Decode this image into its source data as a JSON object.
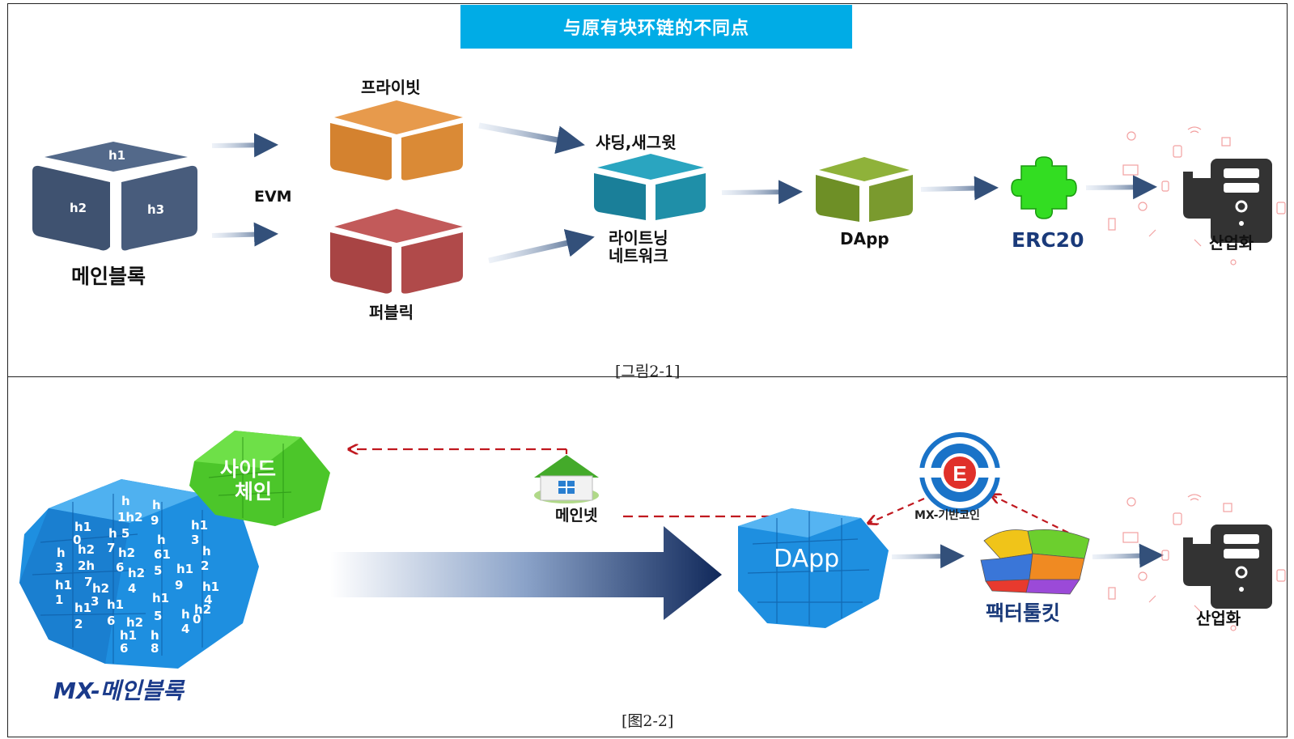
{
  "title": "与原有块环链的不同点",
  "figure1": {
    "main_block": {
      "label": "메인블록",
      "faces": [
        "h1",
        "h2",
        "h3"
      ]
    },
    "evm_label": "EVM",
    "private_label": "프라이빗",
    "public_label": "퍼블릭",
    "sharding_label": "샤딩,새그윗",
    "lightning_label_line1": "라이트닝",
    "lightning_label_line2": "네트워크",
    "dapp_label": "DApp",
    "erc20_label": "ERC20",
    "industry_label": "산업화",
    "caption": "[그림2-1]"
  },
  "figure2": {
    "main_block_label": "MX-메인블록",
    "block_texts": [
      "h",
      "h",
      "h1",
      "h2",
      "9",
      "h1",
      "0",
      "h",
      "5",
      "h",
      "3",
      "h",
      "h2",
      "7",
      "h2",
      "61",
      "h",
      "3",
      "2",
      "h",
      "6",
      "h2",
      "5",
      "h1",
      "2",
      "h1",
      "7",
      "h2",
      "4",
      "9",
      "h1",
      "1",
      "h1",
      "3",
      "h1",
      "h1",
      "4",
      "h2",
      "6",
      "h2",
      "5",
      "h",
      "0",
      "2",
      "h1",
      "h",
      "4",
      "6",
      "8"
    ],
    "sidechain_label_line1": "사이드",
    "sidechain_label_line2": "체인",
    "mainnet_label": "메인넷",
    "dapp_label": "DApp",
    "coin_badge": "E",
    "coin_label": "MX-기반코인",
    "toolkit_label": "팩터툴킷",
    "industry_label": "산업화",
    "caption": "[图2-2]"
  },
  "colors": {
    "banner": "#00ace6",
    "block_dark": "#4a5d78",
    "block_orange": "#d98a3a",
    "block_red": "#b04a4a",
    "block_teal": "#1f8fa8",
    "block_green": "#7a9a2e",
    "puzzle_green": "#33dd22",
    "arrow": "#33507a",
    "blue_cube": "#1e8fe0",
    "dashed_red": "#c0181f",
    "coin_blue": "#1a73c8",
    "coin_red": "#e0302a"
  },
  "icons": [
    "main-block-cube",
    "private-cube",
    "public-cube",
    "sharding-cube",
    "dapp-cube",
    "erc20-puzzle",
    "computer-tower-icon",
    "tech-scatter-icons",
    "mx-block-lattice",
    "sidechain-puzzle",
    "home-icon",
    "dapp-lattice",
    "coin-e-badge",
    "colorful-puzzle",
    "computer-tower-icon-2"
  ]
}
